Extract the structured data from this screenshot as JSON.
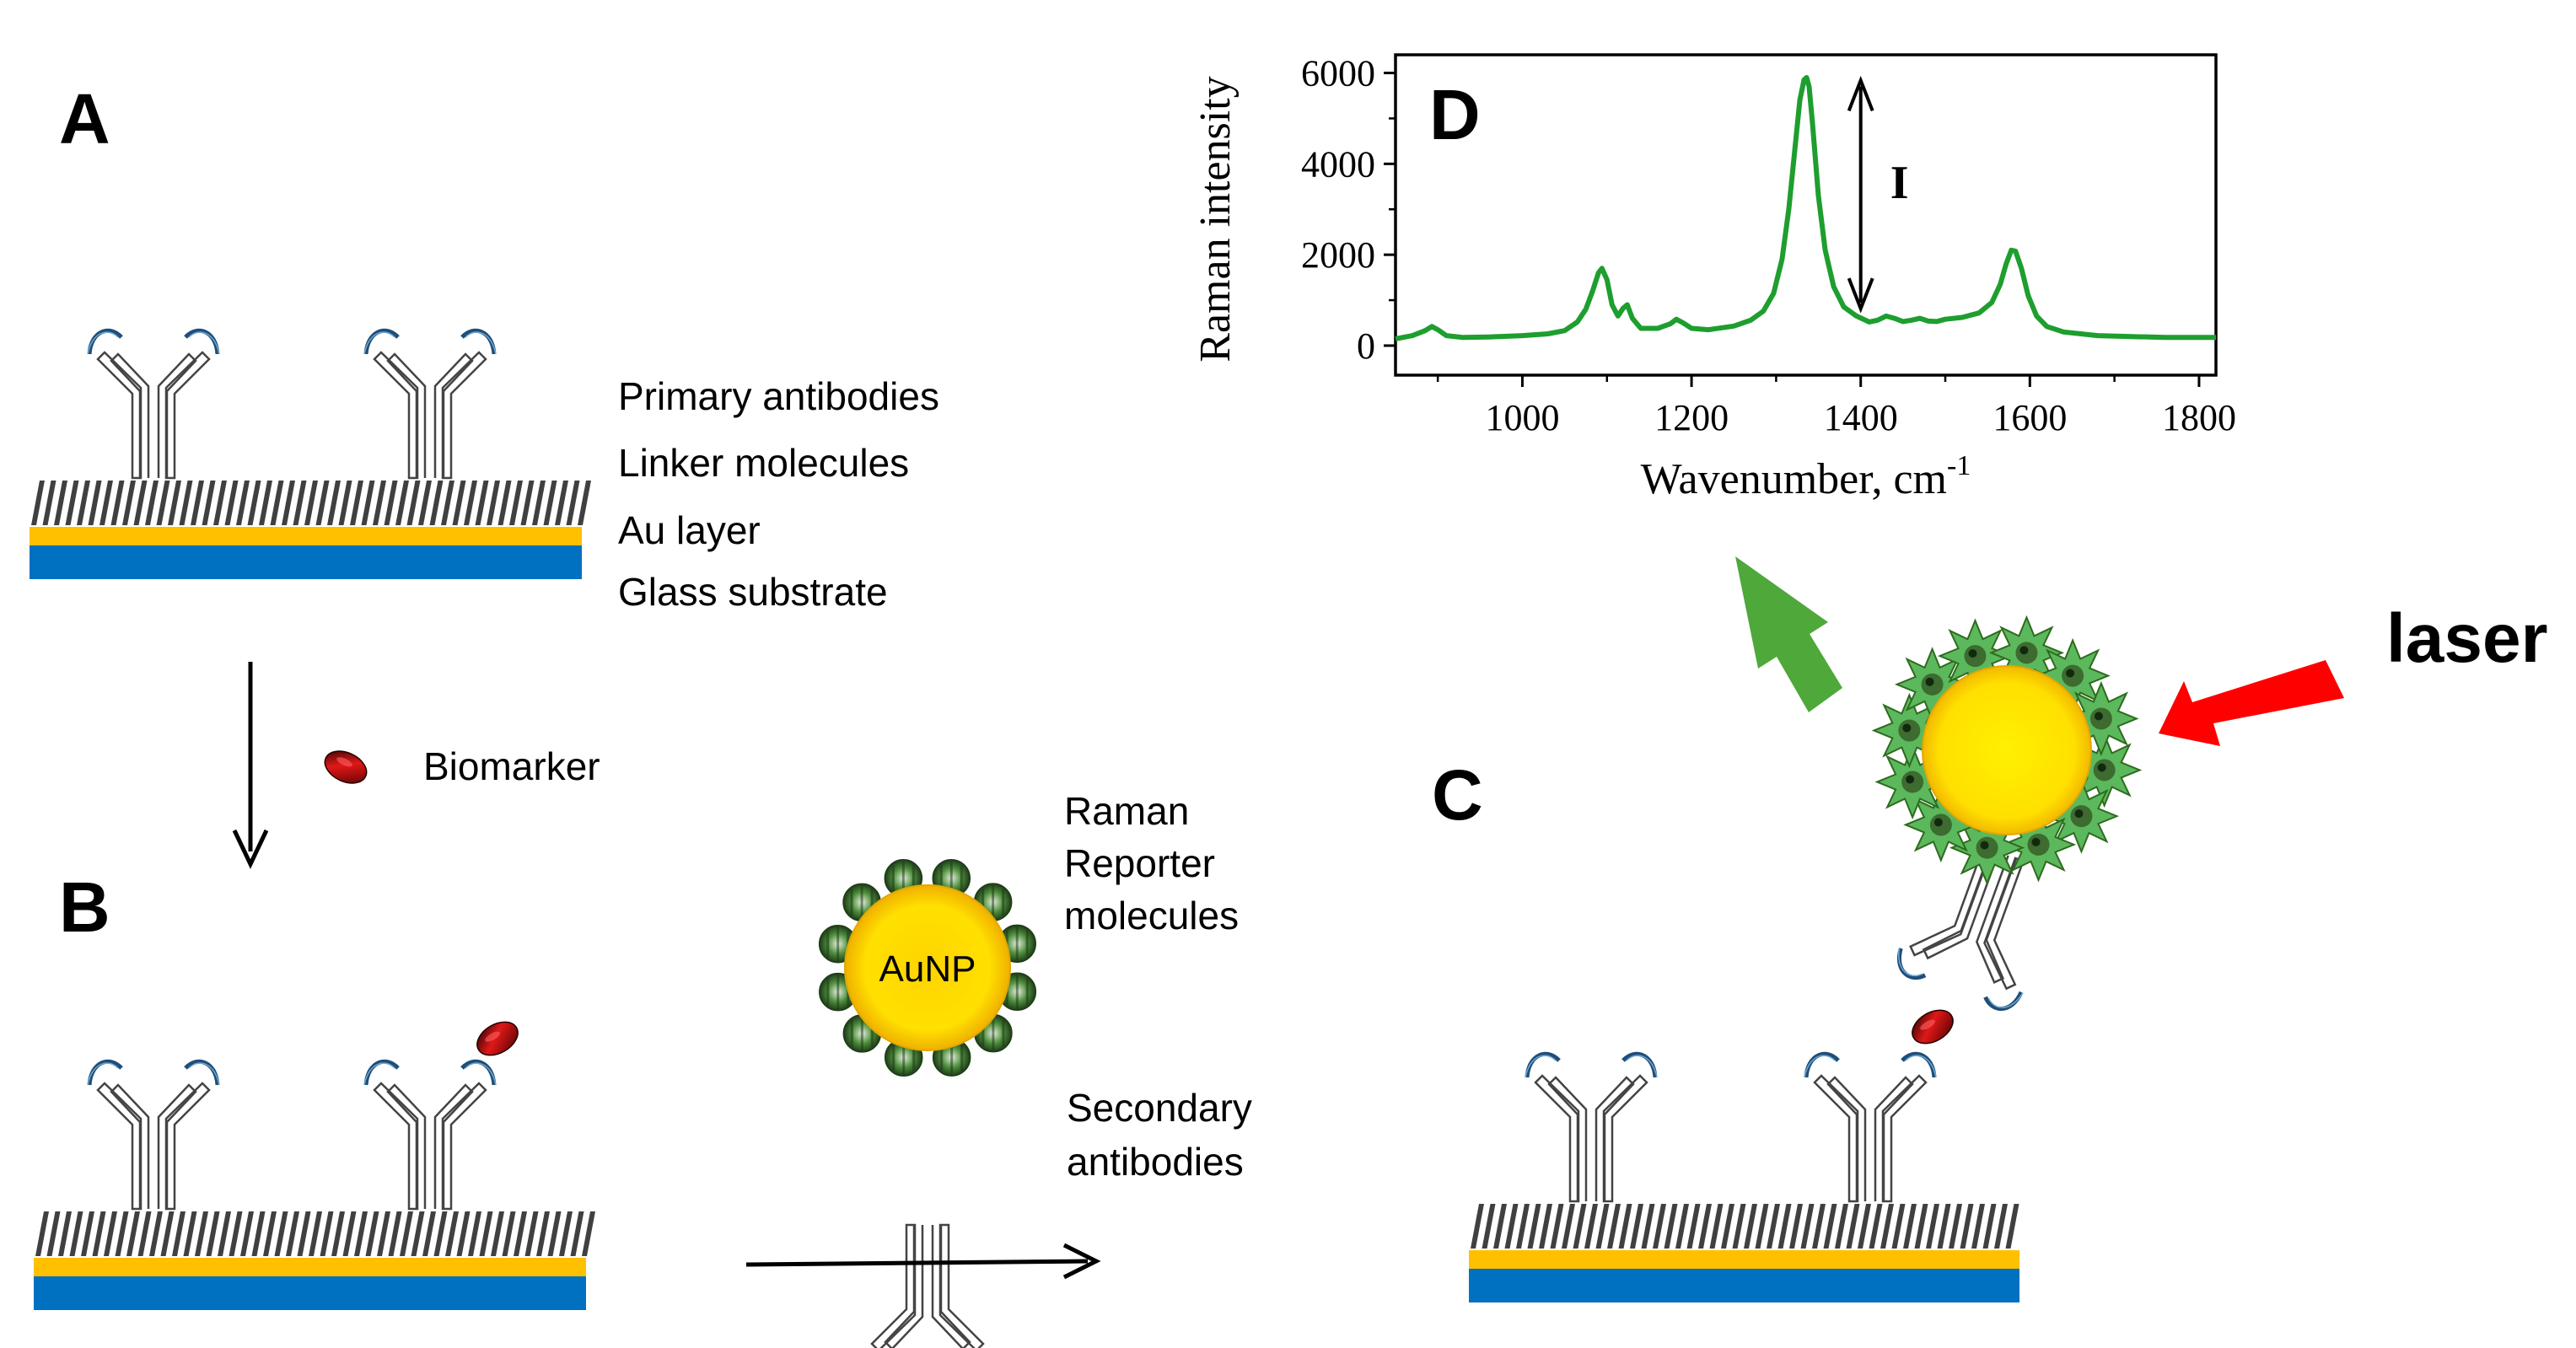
{
  "panels": {
    "a": "A",
    "b": "B",
    "c": "C",
    "d": "D"
  },
  "layer_labels": {
    "primary_antibodies": "Primary antibodies",
    "linker_molecules": "Linker molecules",
    "au_layer": "Au layer",
    "glass_substrate": "Glass substrate"
  },
  "biomarker_label": "Biomarker",
  "nanoparticle": {
    "label": "AuNP",
    "reporter_label_lines": [
      "Raman",
      "Reporter",
      "molecules"
    ],
    "secondary_label_lines": [
      "Secondary",
      "antibodies"
    ]
  },
  "laser_label": "laser",
  "colors": {
    "gold_layer": "#FFC000",
    "glass_layer": "#0070C0",
    "linker": "#404040",
    "antibody_tip": "#1F4E79",
    "biomarker": "#D01010",
    "nanoparticle_core": "#FFE500",
    "reporter_green": "#3C8D2F",
    "spectrum_line": "#1E9E2E",
    "emission_arrow": "#4EA83A",
    "laser_arrow": "#FF0000"
  },
  "chart_data": {
    "type": "line",
    "title": "",
    "xlabel": "Wavenumber, cm",
    "xlabel_superscript": "-1",
    "ylabel": "Raman intensity",
    "xlim": [
      850,
      1820
    ],
    "ylim": [
      -650,
      6400
    ],
    "xticks": [
      1000,
      1200,
      1400,
      1600,
      1800
    ],
    "yticks": [
      0,
      2000,
      4000,
      6000
    ],
    "xtick_labels": [
      "1000",
      "1200",
      "1400",
      "1600",
      "1800"
    ],
    "ytick_labels": [
      "0",
      "2000",
      "4000",
      "6000"
    ],
    "annotation": "I",
    "annotation_arrow": {
      "x": 1400,
      "y_from": 850,
      "y_to": 5800
    },
    "grid": false,
    "series": [
      {
        "x": [
          850,
          870,
          885,
          893,
          900,
          910,
          930,
          960,
          1000,
          1030,
          1050,
          1065,
          1075,
          1083,
          1090,
          1094,
          1100,
          1106,
          1113,
          1119,
          1124,
          1130,
          1140,
          1160,
          1175,
          1182,
          1190,
          1200,
          1220,
          1250,
          1270,
          1285,
          1297,
          1307,
          1315,
          1322,
          1328,
          1333,
          1336,
          1339,
          1343,
          1350,
          1358,
          1368,
          1380,
          1395,
          1410,
          1420,
          1430,
          1440,
          1450,
          1460,
          1470,
          1480,
          1490,
          1500,
          1520,
          1540,
          1555,
          1565,
          1572,
          1578,
          1583,
          1590,
          1598,
          1608,
          1620,
          1640,
          1680,
          1720,
          1760,
          1800,
          1820
        ],
        "y": [
          150,
          220,
          330,
          420,
          350,
          220,
          180,
          190,
          220,
          260,
          330,
          520,
          800,
          1200,
          1600,
          1700,
          1450,
          900,
          650,
          820,
          900,
          600,
          380,
          380,
          480,
          580,
          500,
          380,
          350,
          430,
          560,
          760,
          1150,
          1900,
          3000,
          4300,
          5400,
          5850,
          5900,
          5700,
          4900,
          3300,
          2100,
          1300,
          850,
          650,
          520,
          560,
          650,
          600,
          530,
          560,
          600,
          540,
          530,
          580,
          620,
          720,
          950,
          1350,
          1800,
          2100,
          2080,
          1700,
          1100,
          650,
          420,
          300,
          220,
          200,
          180,
          180,
          180
        ]
      }
    ]
  }
}
